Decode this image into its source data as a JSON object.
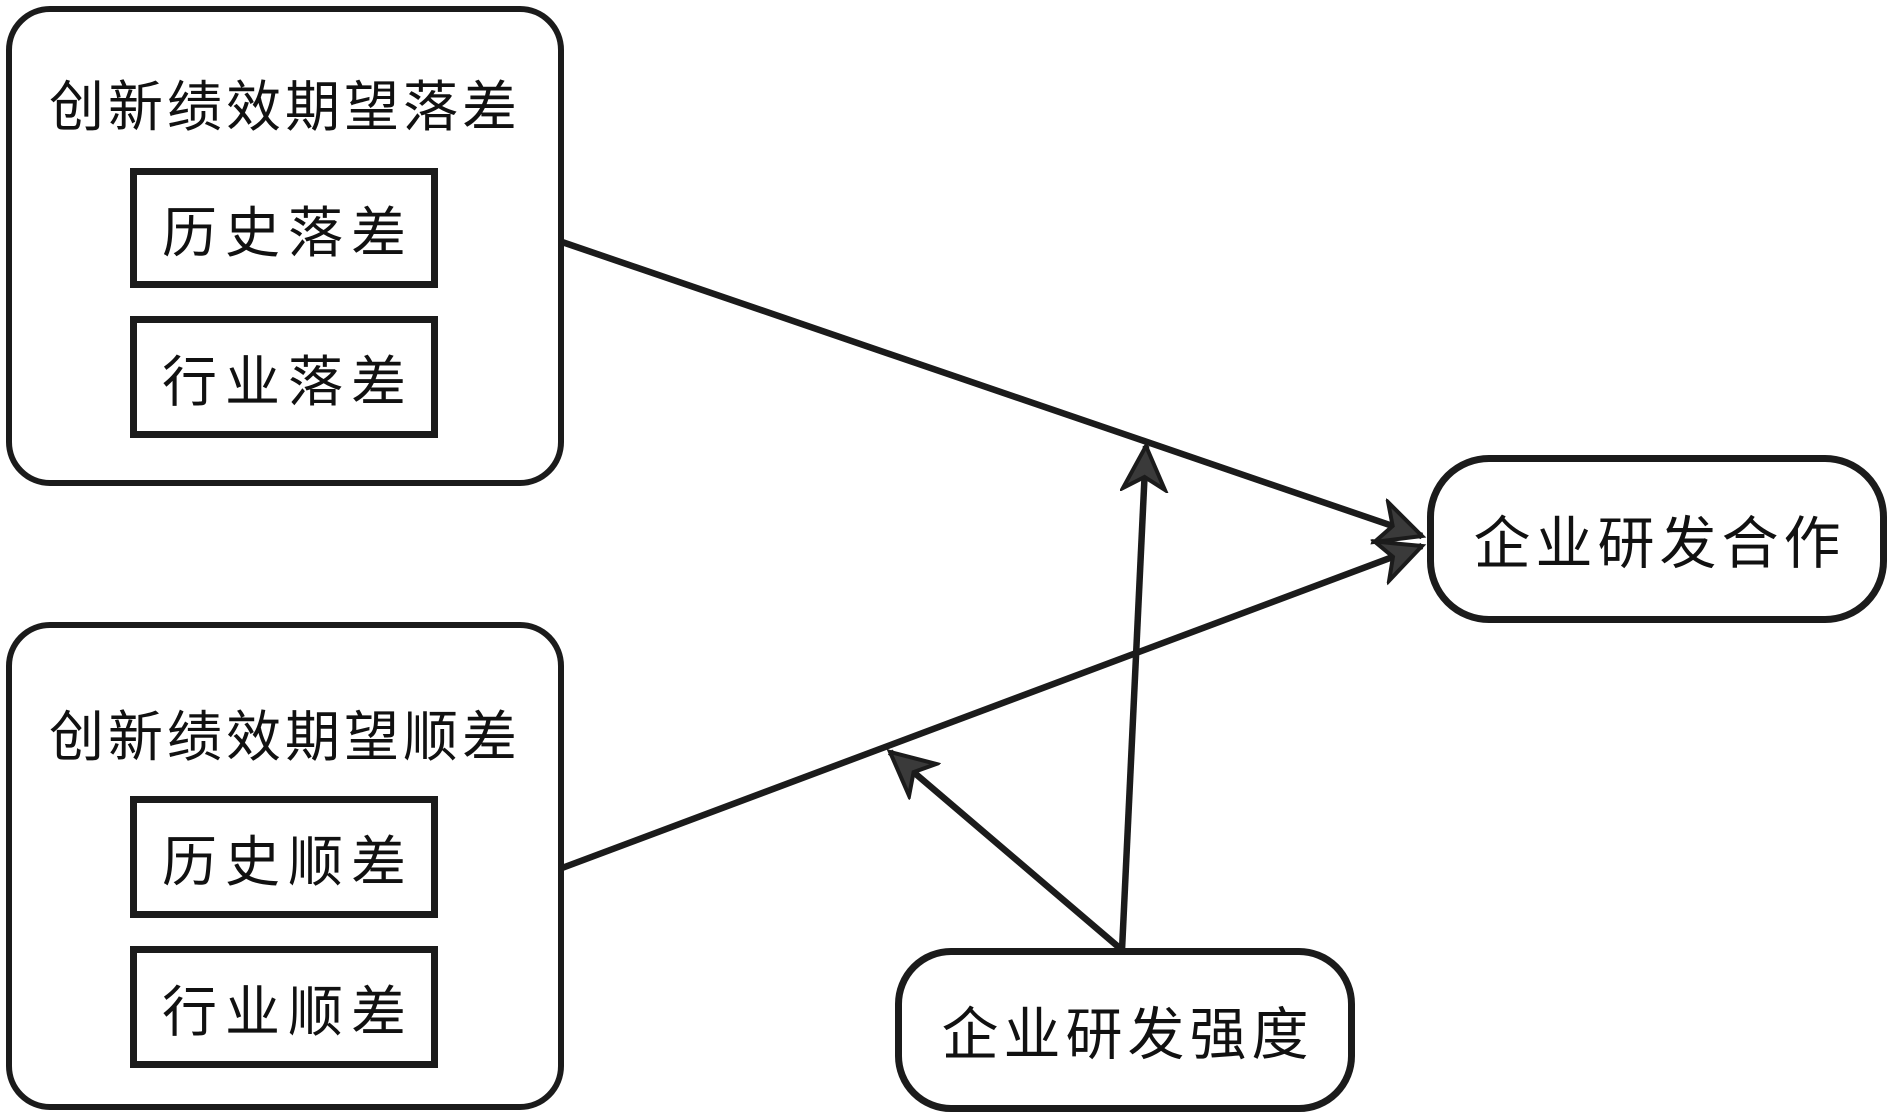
{
  "colors": {
    "stroke": "#1b1b1b",
    "background": "#ffffff",
    "arrowhead_fill": "#3a3a3a"
  },
  "nodes": {
    "innovation_gap": {
      "title": "创新绩效期望落差",
      "sub_items": [
        {
          "label": "历史落差"
        },
        {
          "label": "行业落差"
        }
      ]
    },
    "innovation_surplus": {
      "title": "创新绩效期望顺差",
      "sub_items": [
        {
          "label": "历史顺差"
        },
        {
          "label": "行业顺差"
        }
      ]
    },
    "rd_cooperation": {
      "label": "企业研发合作"
    },
    "rd_intensity": {
      "label": "企业研发强度"
    }
  },
  "edges": [
    {
      "from": "innovation_gap",
      "to": "rd_cooperation",
      "type": "direct"
    },
    {
      "from": "innovation_surplus",
      "to": "rd_cooperation",
      "type": "direct"
    },
    {
      "from": "rd_intensity",
      "to": "arrow innovation_gap→rd_cooperation",
      "type": "moderation"
    },
    {
      "from": "rd_intensity",
      "to": "arrow innovation_surplus→rd_cooperation",
      "type": "moderation"
    }
  ]
}
